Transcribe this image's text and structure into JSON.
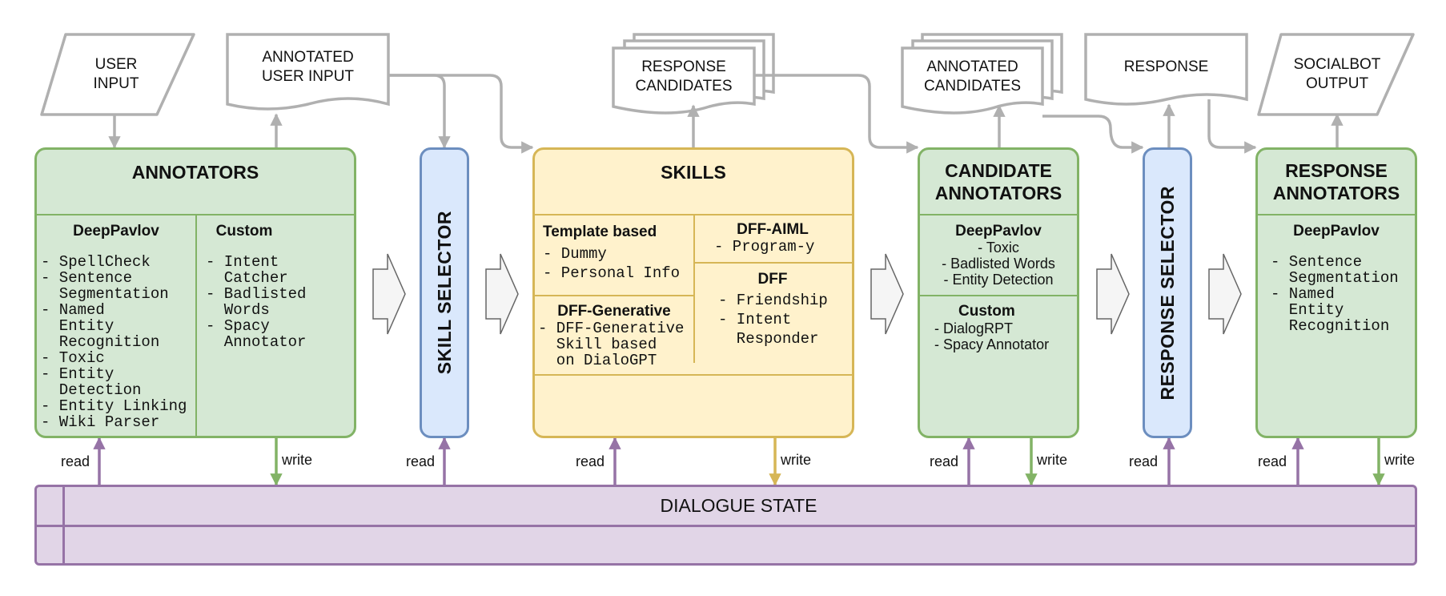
{
  "colors": {
    "green_fill": "#d5e8d4",
    "green_stroke": "#82b366",
    "yellow_fill": "#fff2cc",
    "yellow_stroke": "#d6b656",
    "blue_fill": "#dae8fc",
    "blue_stroke": "#6c8ebf",
    "purple_fill": "#e1d5e7",
    "purple_stroke": "#9673a6",
    "gray": "#b0b0b0"
  },
  "io": {
    "user_input": "USER\nINPUT",
    "annotated_user_input": "ANNOTATED\nUSER INPUT",
    "response_candidates": "RESPONSE\nCANDIDATES",
    "annotated_candidates": "ANNOTATED\nCANDIDATES",
    "response": "RESPONSE",
    "socialbot_output": "SOCIALBOT\nOUTPUT"
  },
  "annotators": {
    "title": "ANNOTATORS",
    "deeppavlov": {
      "heading": "DeepPavlov",
      "items": "- SpellCheck\n- Sentence\n  Segmentation\n- Named\n  Entity\n  Recognition\n- Toxic\n- Entity\n  Detection\n- Entity Linking\n- Wiki Parser"
    },
    "custom": {
      "heading": "Custom",
      "items": "- Intent\n  Catcher\n- Badlisted\n  Words\n- Spacy\n  Annotator"
    }
  },
  "skill_selector": "SKILL SELECTOR",
  "skills": {
    "title": "SKILLS",
    "template": {
      "heading": "Template based",
      "items": "- Dummy\n- Personal Info"
    },
    "dff_aiml": {
      "heading": "DFF-AIML",
      "items": "- Program-y"
    },
    "dff": {
      "heading": "DFF",
      "items": "- Friendship\n- Intent\n  Responder"
    },
    "dff_generative": {
      "heading": "DFF-Generative",
      "items": "- DFF-Generative\n  Skill based\n  on DialoGPT"
    }
  },
  "candidate_annotators": {
    "title": "CANDIDATE\nANNOTATORS",
    "deeppavlov": {
      "heading": "DeepPavlov",
      "items": "- Toxic\n- Badlisted Words\n- Entity Detection"
    },
    "custom": {
      "heading": "Custom",
      "items": "- DialogRPT\n- Spacy Annotator"
    }
  },
  "response_selector": "RESPONSE SELECTOR",
  "response_annotators": {
    "title": "RESPONSE\nANNOTATORS",
    "deeppavlov": {
      "heading": "DeepPavlov",
      "items": "- Sentence\n  Segmentation\n- Named\n  Entity\n  Recognition"
    }
  },
  "dialogue_state": "DIALOGUE STATE",
  "edge_labels": {
    "read": "read",
    "write": "write"
  }
}
